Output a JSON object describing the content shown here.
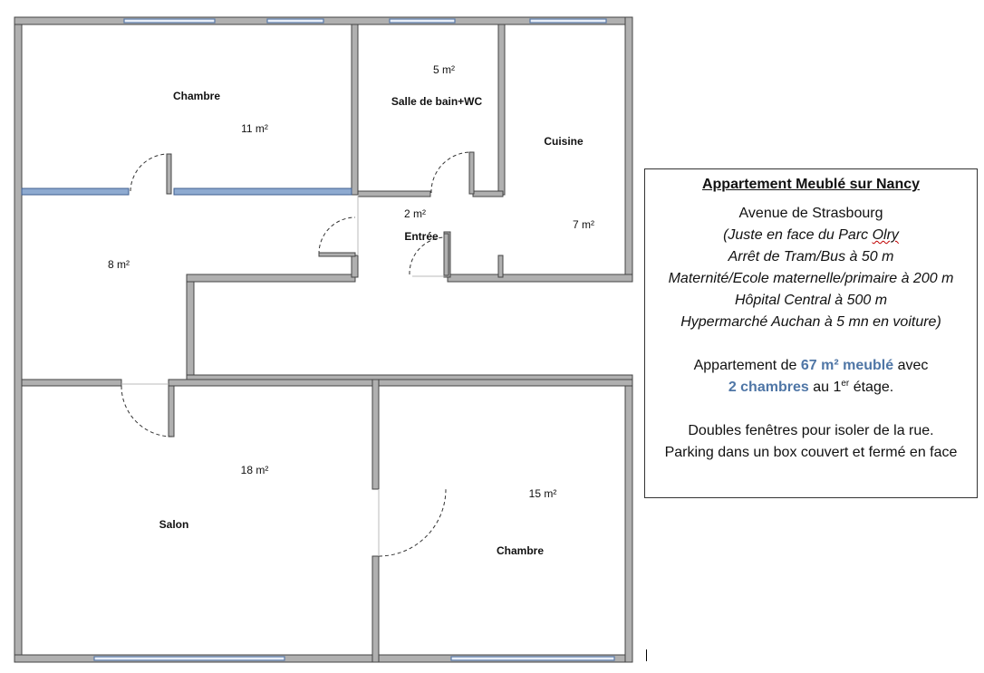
{
  "rooms": {
    "chambre_top": {
      "name": "Chambre",
      "area": "11 m²"
    },
    "salle_de_bain": {
      "name": "Salle de bain+WC",
      "area": "5 m²"
    },
    "cuisine": {
      "name": "Cuisine",
      "area": "7 m²"
    },
    "entree": {
      "name": "Entrée",
      "area": "2 m²"
    },
    "couloir": {
      "area": "8 m²"
    },
    "salon": {
      "name": "Salon",
      "area": "18 m²"
    },
    "chambre_bottom": {
      "name": "Chambre",
      "area": "15 m²"
    }
  },
  "info": {
    "title": "Appartement Meublé sur Nancy",
    "address": "Avenue de Strasbourg",
    "line1_prefix": "(Juste en face du Parc ",
    "line1_word": "Olry",
    "line2": "Arrêt de Tram/Bus à 50 m",
    "line3": "Maternité/Ecole maternelle/primaire à 200 m",
    "line4": "Hôpital Central à 500 m",
    "line5": "Hypermarché Auchan à 5 mn en voiture)",
    "desc_pre": "Appartement de ",
    "desc_highlight": "67 m² meublé",
    "desc_post": " avec",
    "rooms_highlight": "2 chambres",
    "rooms_post": " au 1",
    "floor_sup": "er",
    "floor_post": " étage.",
    "windows": "Doubles fenêtres pour isoler de la rue.",
    "parking": "Parking dans un box couvert et fermé en face"
  },
  "colors": {
    "wall_fill": "#b0b0b0",
    "wall_stroke": "#444444",
    "window": "#9fb6d8",
    "accent": "#4f76a6"
  }
}
